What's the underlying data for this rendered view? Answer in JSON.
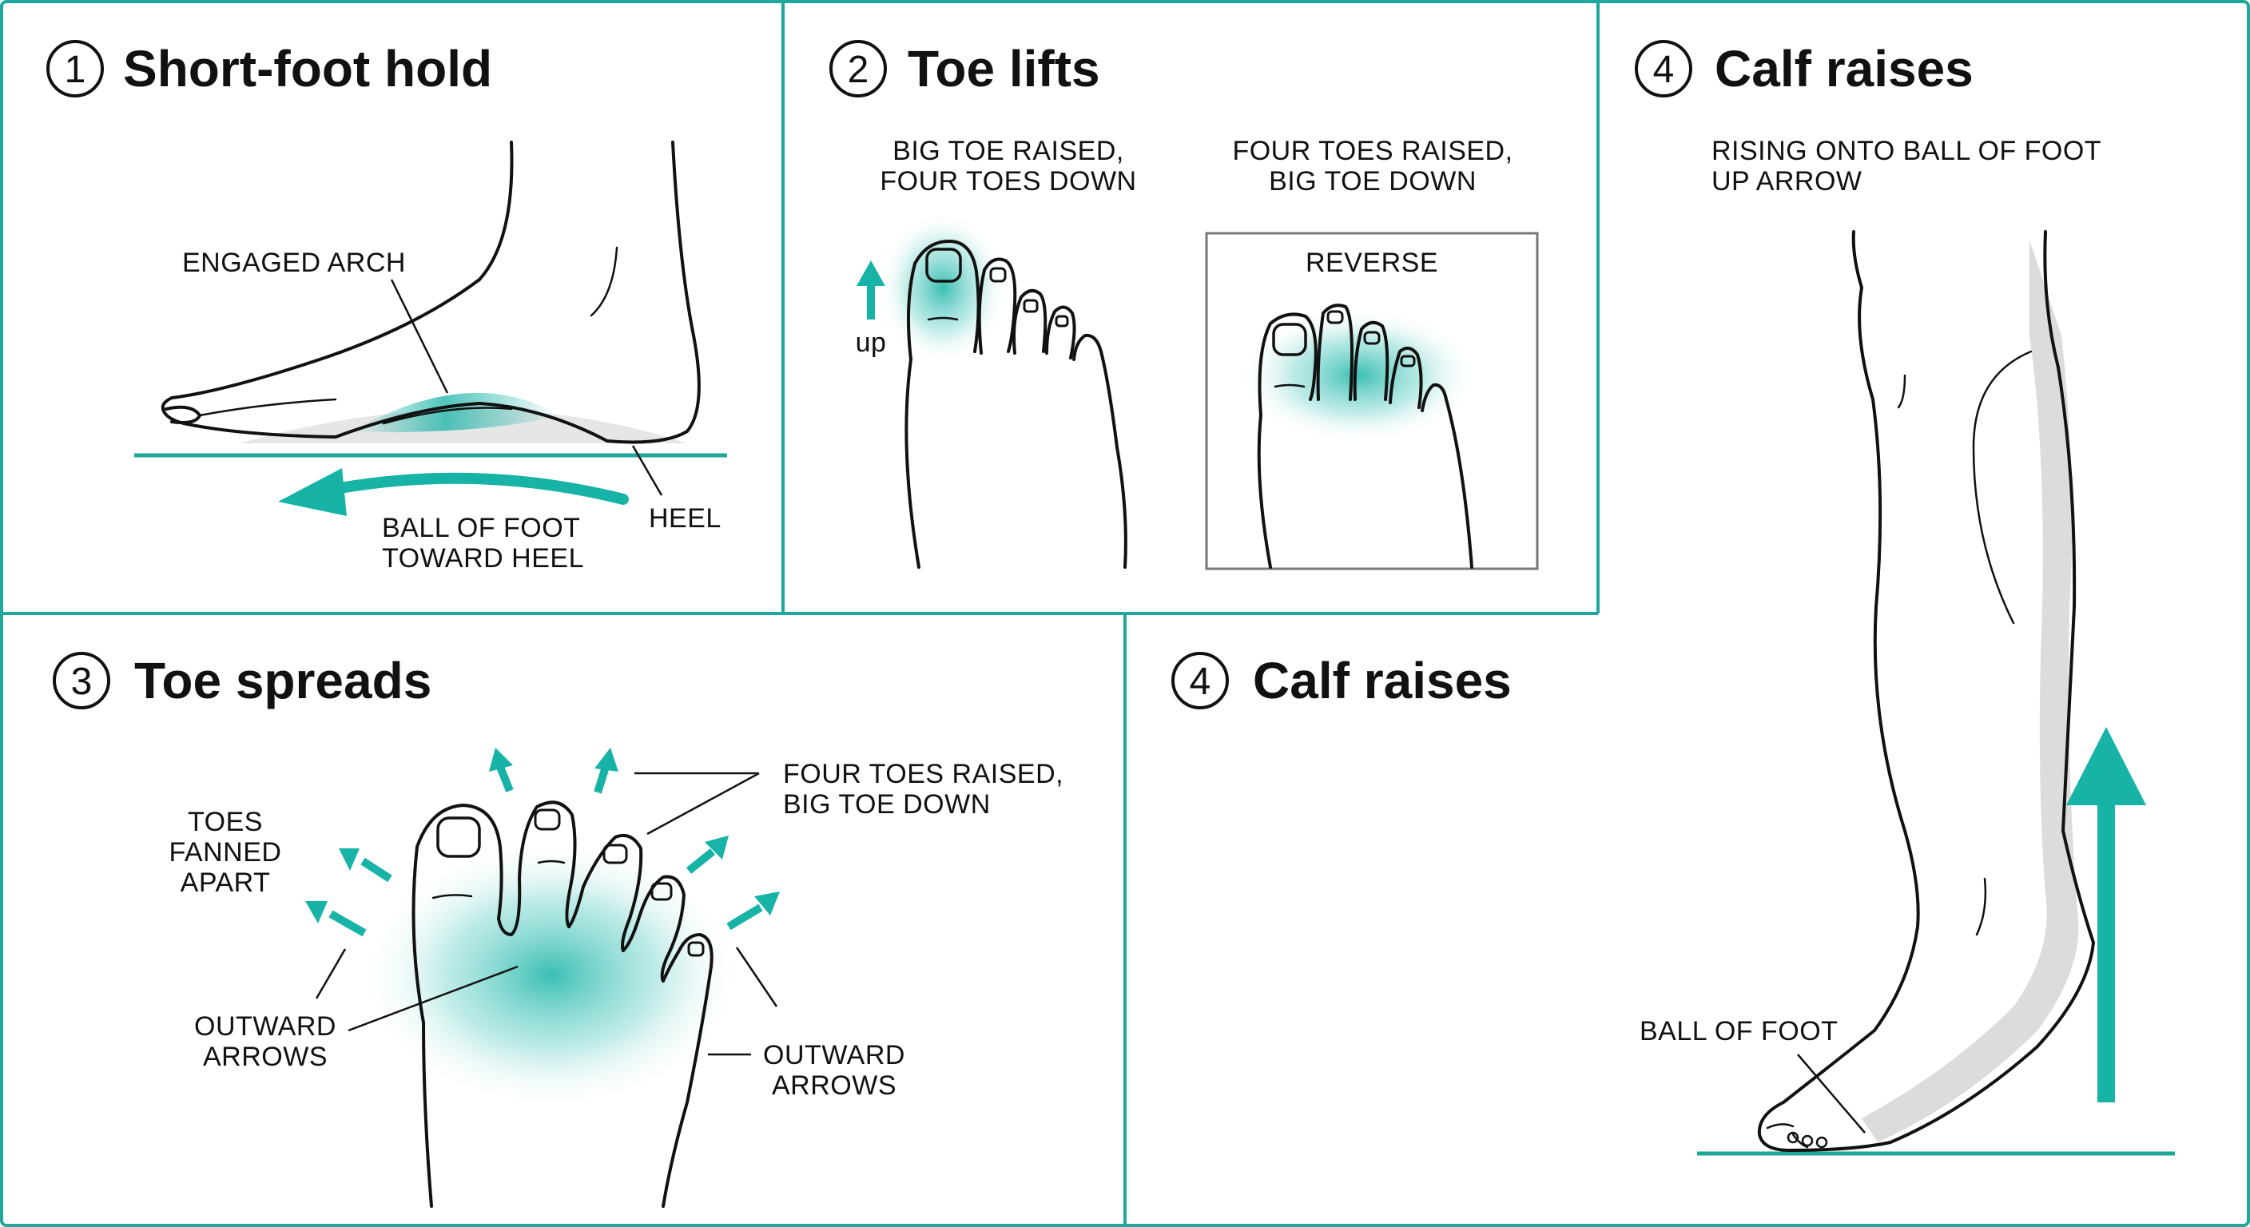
{
  "colors": {
    "border": "#1ea79a",
    "accent": "#17b3a6",
    "ink": "#111111",
    "shade": "#d8d8d8"
  },
  "panels": {
    "p1": {
      "number": "1",
      "title": "Short-foot hold",
      "labels": {
        "engaged_arch": "ENGAGED ARCH",
        "heel": "HEEL",
        "ball_line1": "BALL OF FOOT",
        "ball_line2": "TOWARD HEEL"
      }
    },
    "p2": {
      "number": "2",
      "title": "Toe lifts",
      "left_caption_line1": "BIG TOE RAISED,",
      "left_caption_line2": "FOUR TOES DOWN",
      "right_caption_line1": "FOUR TOES RAISED,",
      "right_caption_line2": "BIG TOE DOWN",
      "reverse_label": "REVERSE",
      "up_label": "up"
    },
    "p3": {
      "number": "3",
      "title": "Toe spreads",
      "labels": {
        "fanned_line1": "TOES",
        "fanned_line2": "FANNED",
        "fanned_line3": "APART",
        "four_line1": "FOUR TOES RAISED,",
        "four_line2": "BIG TOE DOWN",
        "outward_left_line1": "OUTWARD",
        "outward_left_line2": "ARROWS",
        "outward_right_line1": "OUTWARD",
        "outward_right_line2": "ARROWS"
      }
    },
    "p4a": {
      "number": "4",
      "title": "Calf raises",
      "caption_line1": "RISING ONTO BALL OF FOOT",
      "caption_line2": "UP ARROW",
      "ball_label": "BALL OF FOOT"
    },
    "p4b": {
      "number": "4",
      "title": "Calf raises"
    }
  },
  "icons": [
    "foot-side-icon",
    "toes-top-icon",
    "leg-side-icon",
    "arrow-icon"
  ]
}
